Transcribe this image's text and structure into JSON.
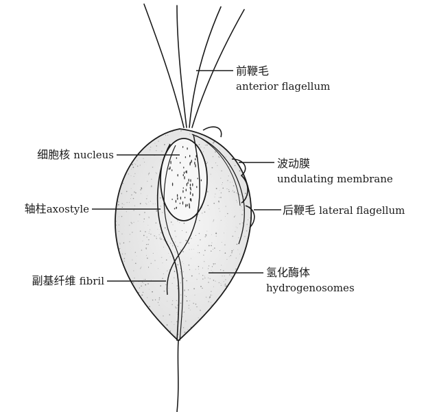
{
  "labels": {
    "anterior_flagellum": {
      "zh": "前鞭毛",
      "en": "anterior flagellum"
    },
    "undulating_membrane": {
      "zh": "波动膜",
      "en": "undulating membrane"
    },
    "lateral_flagellum": {
      "zh": "后鞭毛",
      "en": "lateral flagellum"
    },
    "hydrogenosomes": {
      "zh": "氢化酶体",
      "en": "hydrogenosomes"
    },
    "nucleus": {
      "zh": "细胞核",
      "en": "nucleus"
    },
    "axostyle": {
      "zh": "轴柱",
      "en": "axostyle"
    },
    "fibril": {
      "zh": "副基纤维",
      "en": "fibril"
    }
  },
  "colors": {
    "ink": "#1a1a1a",
    "body_fill": "#ececec",
    "nucleus_fill": "#f7f7f7"
  }
}
